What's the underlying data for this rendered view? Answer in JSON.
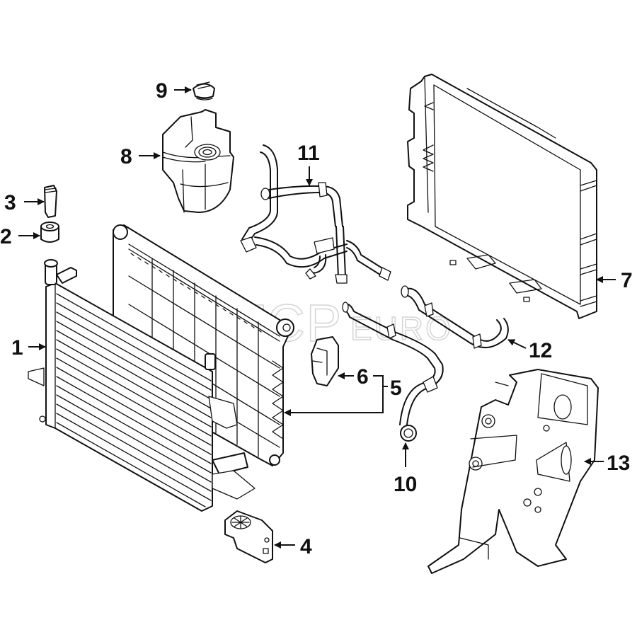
{
  "diagram": {
    "title": "Radiator & Coolant System Parts Diagram",
    "watermark": {
      "brand_main": "FCP",
      "brand_suffix": "EURO"
    },
    "callouts": [
      {
        "number": "1",
        "part": "radiator"
      },
      {
        "number": "2",
        "part": "radiator-mount-bushing"
      },
      {
        "number": "3",
        "part": "radiator-mount-pin"
      },
      {
        "number": "4",
        "part": "radiator-lower-bracket"
      },
      {
        "number": "5",
        "part": "radiator-support-assembly"
      },
      {
        "number": "6",
        "part": "bracket-clip"
      },
      {
        "number": "7",
        "part": "radiator-shroud-frame"
      },
      {
        "number": "8",
        "part": "coolant-expansion-tank"
      },
      {
        "number": "9",
        "part": "expansion-tank-cap"
      },
      {
        "number": "10",
        "part": "lower-coolant-hose"
      },
      {
        "number": "11",
        "part": "coolant-hose-assembly"
      },
      {
        "number": "12",
        "part": "bypass-hose"
      },
      {
        "number": "13",
        "part": "mounting-bracket-module"
      }
    ]
  }
}
